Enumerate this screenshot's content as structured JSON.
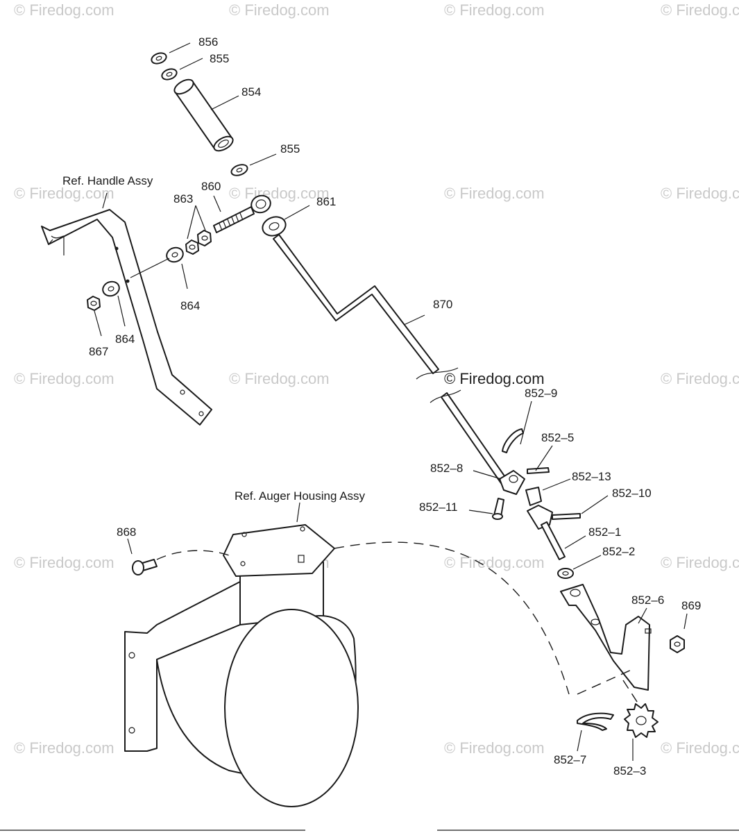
{
  "watermark": "© Firedog.com",
  "center_watermark": "© Firedog.com",
  "references": {
    "handle_assy": "Ref. Handle Assy",
    "auger_housing_assy": "Ref. Auger Housing Assy"
  },
  "callouts": {
    "c856": "856",
    "c855_top": "855",
    "c854": "854",
    "c855_mid": "855",
    "c860": "860",
    "c863": "863",
    "c861": "861",
    "c864_right": "864",
    "c864_left": "864",
    "c867": "867",
    "c870": "870",
    "c852_9": "852–9",
    "c852_5": "852–5",
    "c852_8": "852–8",
    "c852_13": "852–13",
    "c852_10": "852–10",
    "c852_11": "852–11",
    "c852_1": "852–1",
    "c852_2": "852–2",
    "c852_6": "852–6",
    "c869": "869",
    "c868": "868",
    "c852_7": "852–7",
    "c852_3": "852–3"
  }
}
